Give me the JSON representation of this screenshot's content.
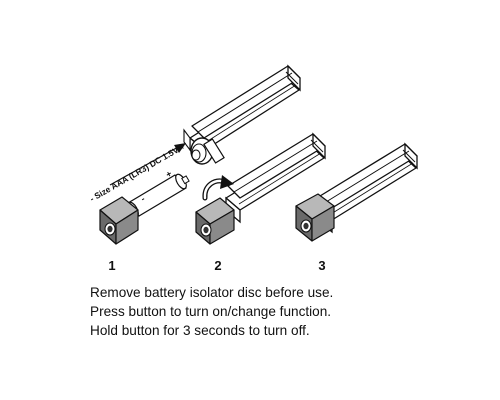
{
  "diagram": {
    "battery_label": "- Size AAA (LR3) DC 1.5V +",
    "battery_minus": "-",
    "battery_plus": "+",
    "steps": [
      {
        "number": "1"
      },
      {
        "number": "2"
      },
      {
        "number": "3"
      }
    ]
  },
  "instructions": [
    "Remove battery isolator disc before use.",
    "Press button to turn on/change function.",
    "Hold button for 3 seconds to turn off."
  ],
  "colors": {
    "stroke": "#111111",
    "cap_fill": "#8a8a8a",
    "cap_side": "#6a6a6a",
    "cap_light": "#b8b8b8",
    "body_fill": "#ffffff"
  }
}
